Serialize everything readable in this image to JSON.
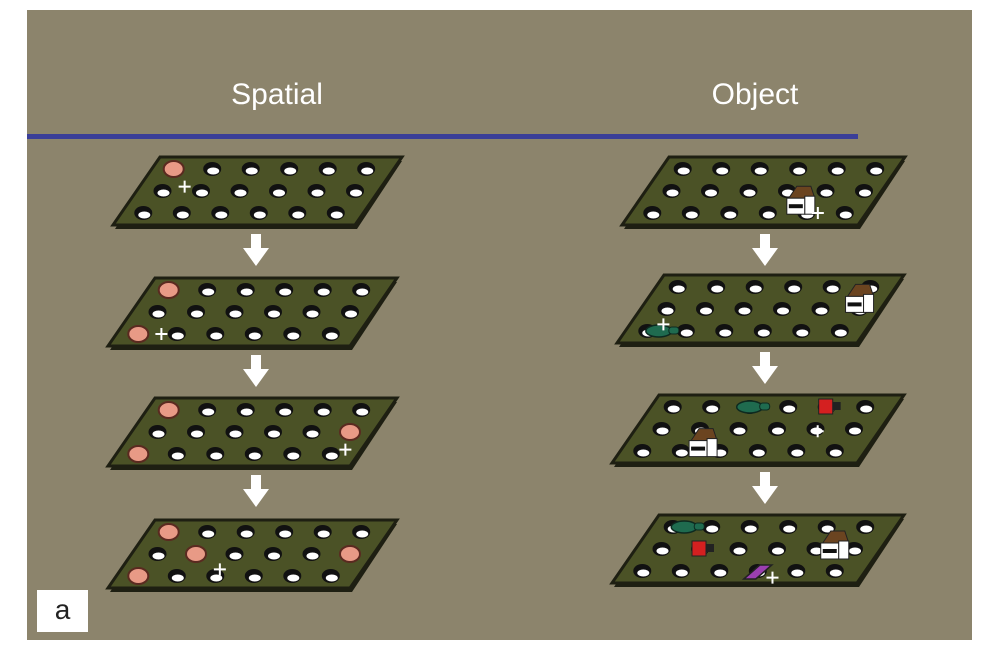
{
  "panel_label": "a",
  "columns": [
    {
      "title": "Spatial",
      "boards": [
        {
          "items": [
            {
              "type": "disc",
              "row": 0,
              "col": 0
            }
          ],
          "cross": {
            "row": 0.8,
            "col": 0.6
          }
        },
        {
          "items": [
            {
              "type": "disc",
              "row": 0,
              "col": 0
            },
            {
              "type": "disc",
              "row": 2,
              "col": 0
            }
          ],
          "cross": {
            "row": 2,
            "col": 0.6
          }
        },
        {
          "items": [
            {
              "type": "disc",
              "row": 0,
              "col": 0
            },
            {
              "type": "disc",
              "row": 1,
              "col": 5
            },
            {
              "type": "disc",
              "row": 2,
              "col": 0
            }
          ],
          "cross": {
            "row": 1.8,
            "col": 5.3
          }
        },
        {
          "items": [
            {
              "type": "disc",
              "row": 0,
              "col": 0
            },
            {
              "type": "disc",
              "row": 1,
              "col": 1
            },
            {
              "type": "disc",
              "row": 1,
              "col": 5
            },
            {
              "type": "disc",
              "row": 2,
              "col": 0
            }
          ],
          "cross": {
            "row": 1.7,
            "col": 2
          }
        }
      ]
    },
    {
      "title": "Object",
      "boards": [
        {
          "items": [
            {
              "type": "house",
              "row": 1.6,
              "col": 3.7
            }
          ],
          "cross": {
            "row": 2,
            "col": 4.3
          }
        },
        {
          "items": [
            {
              "type": "house",
              "row": 0.7,
              "col": 5
            },
            {
              "type": "bowl",
              "row": 2,
              "col": 0.3
            }
          ],
          "cross": {
            "row": 1.7,
            "col": 0.3
          }
        },
        {
          "items": [
            {
              "type": "bowl",
              "row": 0,
              "col": 2
            },
            {
              "type": "cup",
              "row": 0,
              "col": 4
            },
            {
              "type": "house",
              "row": 1.8,
              "col": 1.5
            }
          ],
          "cross": {
            "row": 1.1,
            "col": 4.2
          }
        },
        {
          "items": [
            {
              "type": "bowl",
              "row": 0,
              "col": 0.3
            },
            {
              "type": "cup",
              "row": 1,
              "col": 1
            },
            {
              "type": "phone",
              "row": 2,
              "col": 3
            },
            {
              "type": "house",
              "row": 1,
              "col": 4.5
            }
          ],
          "cross": {
            "row": 2.3,
            "col": 3.5
          }
        }
      ]
    }
  ],
  "colors": {
    "background": "#8c846c",
    "board": "#4b5226",
    "edge": "#1e1f12",
    "rule": "#3a3e98",
    "disc": "#e89a86",
    "bowl": "#1f6b4f",
    "cup": "#d42020",
    "phone": "#9b3fb0",
    "roof": "#6b4420"
  }
}
